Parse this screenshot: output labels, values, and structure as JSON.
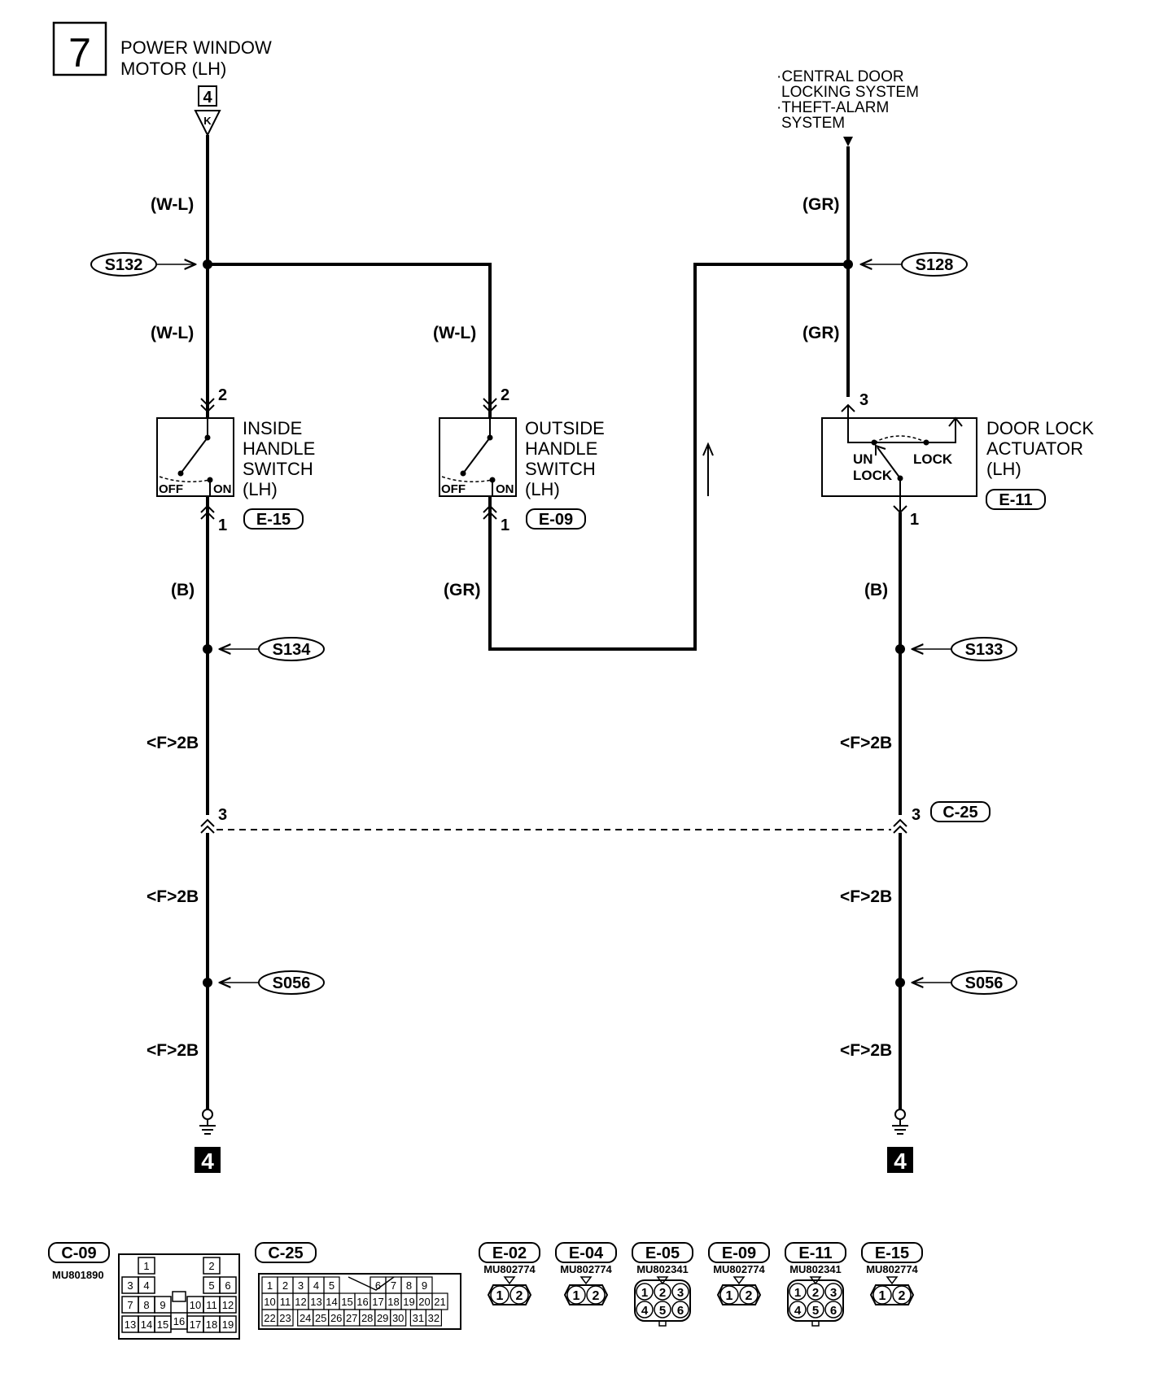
{
  "section_number": "7",
  "top_left_label": [
    "POWER WINDOW",
    "MOTOR (LH)"
  ],
  "top_left_connector": {
    "terminal": "4",
    "letter": "K"
  },
  "top_right_label": [
    "·CENTRAL DOOR",
    "LOCKING SYSTEM",
    "·THEFT-ALARM",
    "SYSTEM"
  ],
  "wire_colors": {
    "w_l": "(W-L)",
    "gr": "(GR)",
    "b": "(B)",
    "f2b": "<F>2B"
  },
  "splices": {
    "s132": "S132",
    "s128": "S128",
    "s134": "S134",
    "s133": "S133",
    "s056": "S056"
  },
  "pins": {
    "p1": "1",
    "p2": "2",
    "p3": "3"
  },
  "inside_switch": {
    "label": [
      "INSIDE",
      "HANDLE",
      "SWITCH",
      "(LH)"
    ],
    "connector": "E-15",
    "off": "OFF",
    "on": "ON"
  },
  "outside_switch": {
    "label": [
      "OUTSIDE",
      "HANDLE",
      "SWITCH",
      "(LH)"
    ],
    "connector": "E-09",
    "off": "OFF",
    "on": "ON"
  },
  "actuator": {
    "label": [
      "DOOR LOCK",
      "ACTUATOR",
      "(LH)"
    ],
    "connector": "E-11",
    "unlock": [
      "UN",
      "LOCK"
    ],
    "lock": "LOCK"
  },
  "joint_connector": "C-25",
  "ground_number": "4",
  "connector_views": [
    {
      "code": "C-09",
      "part": "MU801890"
    },
    {
      "code": "C-25",
      "part": ""
    },
    {
      "code": "E-02",
      "part": "MU802774"
    },
    {
      "code": "E-04",
      "part": "MU802774"
    },
    {
      "code": "E-05",
      "part": "MU802341"
    },
    {
      "code": "E-09",
      "part": "MU802774"
    },
    {
      "code": "E-11",
      "part": "MU802341"
    },
    {
      "code": "E-15",
      "part": "MU802774"
    }
  ],
  "c09_pins": {
    "row1": [
      "1",
      "2"
    ],
    "row2": [
      "3",
      "4",
      "5",
      "6"
    ],
    "row3": [
      "7",
      "8",
      "9",
      "10",
      "11",
      "12"
    ],
    "row4": [
      "13",
      "14",
      "15",
      "16",
      "17",
      "18",
      "19"
    ]
  },
  "c25_pins": {
    "row1": [
      "1",
      "2",
      "3",
      "4",
      "5",
      "6",
      "7",
      "8",
      "9"
    ],
    "row2": [
      "10",
      "11",
      "12",
      "13",
      "14",
      "15",
      "16",
      "17",
      "18",
      "19",
      "20",
      "21"
    ],
    "row3": [
      "22",
      "23",
      "24",
      "25",
      "26",
      "27",
      "28",
      "29",
      "30",
      "31",
      "32"
    ]
  },
  "two_pin": [
    "1",
    "2"
  ],
  "six_pin": [
    "1",
    "2",
    "3",
    "4",
    "5",
    "6"
  ]
}
